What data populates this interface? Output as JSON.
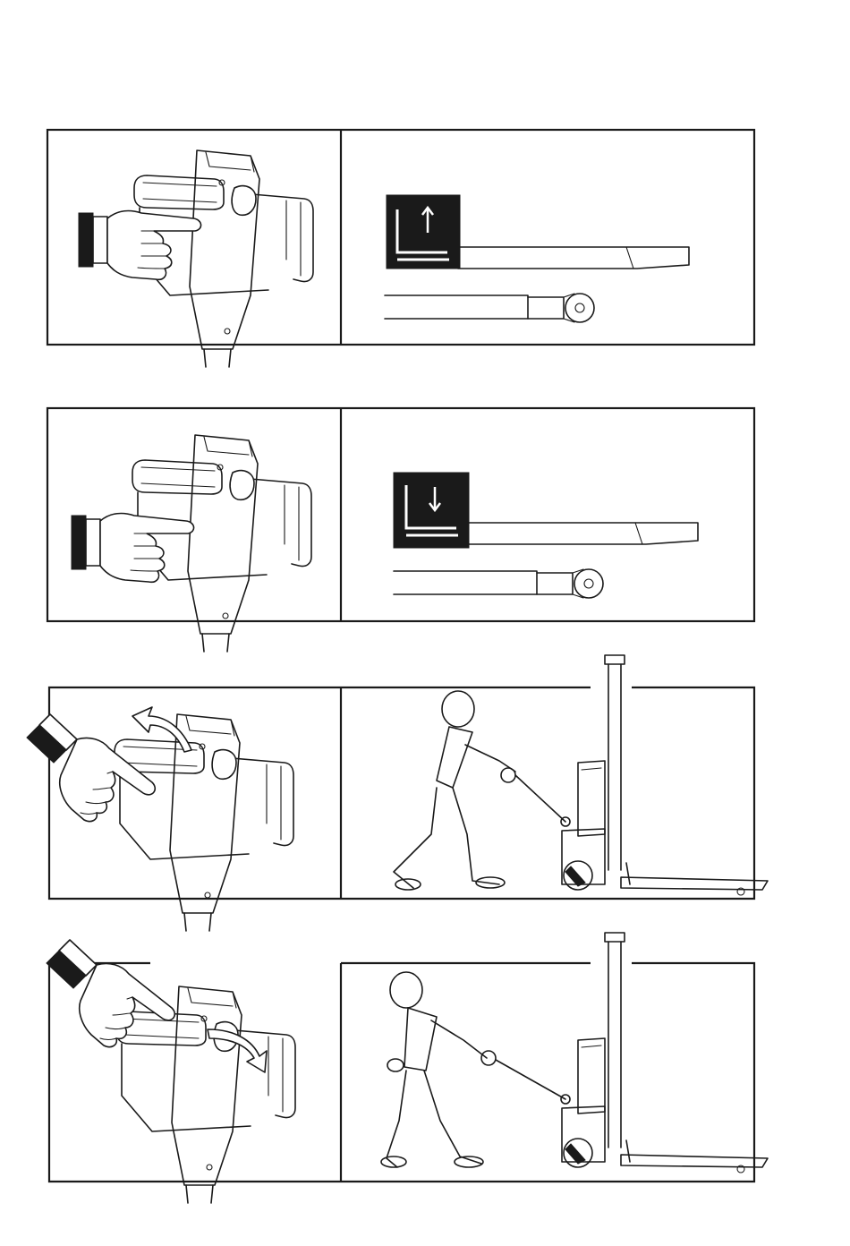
{
  "colors": {
    "ink": "#1a1a1a",
    "paper": "#ffffff"
  },
  "illustrations": [
    {
      "panel": "lift-forks",
      "left_icon": "pointing-hand-icon",
      "right_icon": "fork-raise-icon",
      "symbol": "arrow-up-icon"
    },
    {
      "panel": "lower-forks",
      "left_icon": "pointing-hand-icon",
      "right_icon": "fork-lower-icon",
      "symbol": "arrow-down-icon"
    },
    {
      "panel": "drive-forward",
      "left_icon": "pointing-hand-rotate-forward-icon",
      "right_icon": "operator-pushing-stacker-icon"
    },
    {
      "panel": "drive-reverse",
      "left_icon": "pointing-hand-rotate-reverse-icon",
      "right_icon": "operator-pulling-stacker-icon"
    }
  ]
}
